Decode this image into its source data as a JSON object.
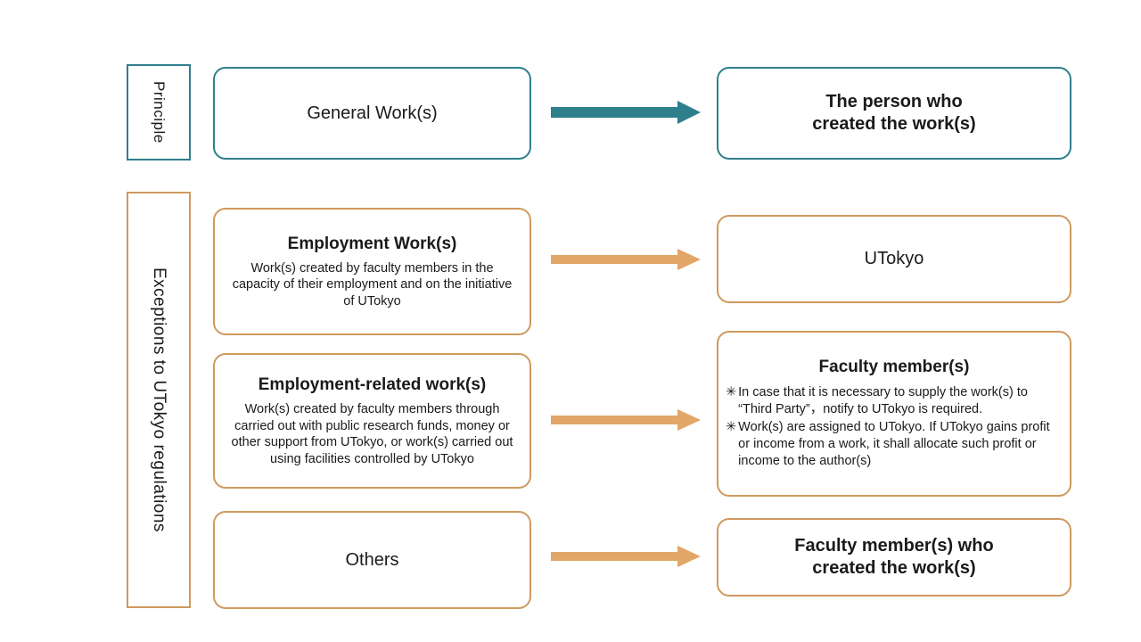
{
  "colors": {
    "teal": "#2f7f8d",
    "orange": "#cf9a5e",
    "arrow_teal": "#2e7f8c",
    "arrow_orange": "#e2a667",
    "text": "#1a1a1a",
    "background": "#ffffff"
  },
  "categories": {
    "principle": "Principle",
    "exceptions": "Exceptions to UTokyo regulations"
  },
  "rows": [
    {
      "id": "general-work",
      "left_title": "General Work(s)",
      "arrow": "arrow-right-teal",
      "right_title": "The person who",
      "right_title_line2": "created the work(s)"
    },
    {
      "id": "employment-work",
      "left_title": "Employment Work(s)",
      "left_body": "Work(s) created by faculty members in the capacity of their employment and on the initiative of UTokyo",
      "arrow": "arrow-right-orange",
      "right_title": "UTokyo"
    },
    {
      "id": "employment-related-work",
      "left_title": "Employment-related work(s)",
      "left_body": "Work(s) created by faculty members through carried out with public research funds, money or other support from UTokyo, or work(s) carried out using facilities controlled by UTokyo",
      "arrow": "arrow-right-orange",
      "right_title": "Faculty member(s)",
      "right_notes": [
        {
          "marker": "✳",
          "text": "In case that it is necessary to supply the work(s) to “Third Party”，notify to UTokyo is required."
        },
        {
          "marker": "✳",
          "text": "Work(s) are assigned to UTokyo. If UTokyo gains profit or income from a work, it shall allocate such profit or income to the author(s)"
        }
      ]
    },
    {
      "id": "others",
      "left_title": "Others",
      "arrow": "arrow-right-orange",
      "right_title": "Faculty member(s) who",
      "right_title_line2": "created the work(s)"
    }
  ]
}
